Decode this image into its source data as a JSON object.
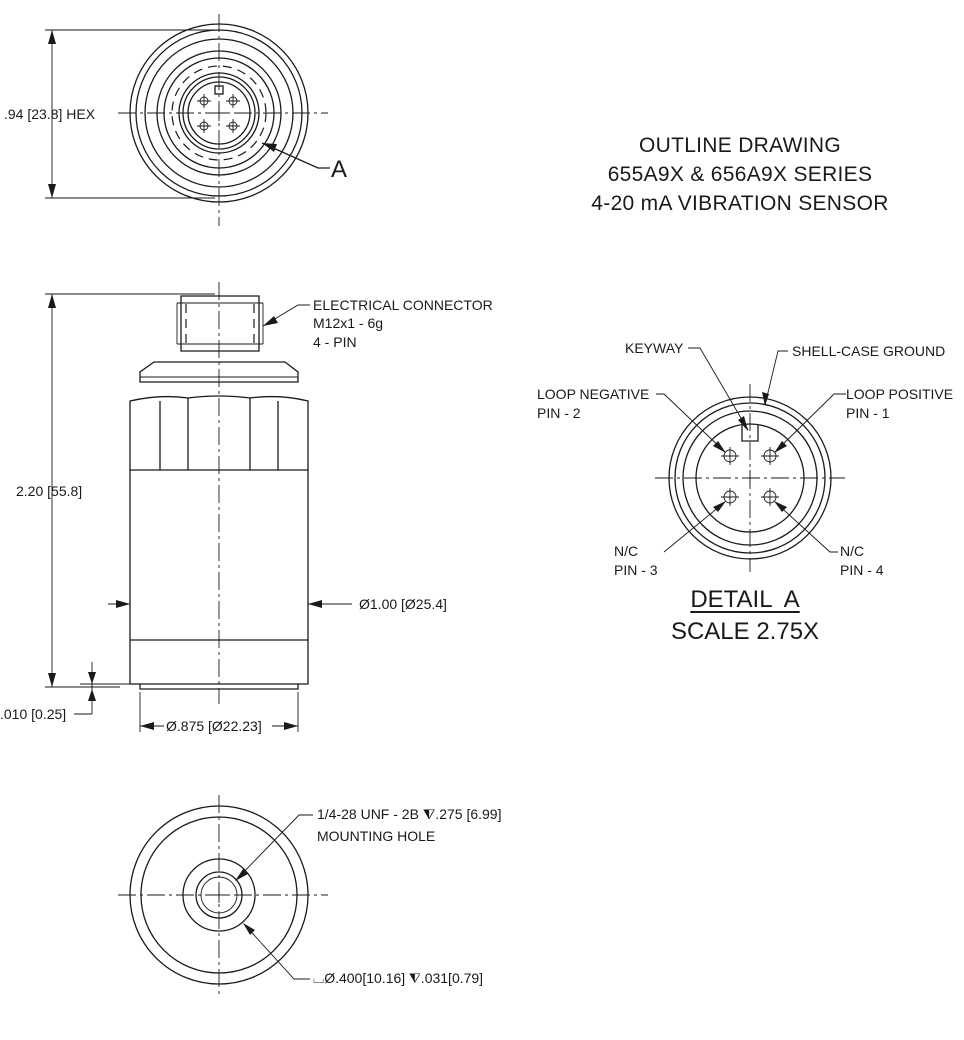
{
  "title": {
    "line1": "OUTLINE DRAWING",
    "line2": "655A9X & 656A9X SERIES",
    "line3": "4-20 mA VIBRATION SENSOR"
  },
  "top_view": {
    "hex_dim": ".94 [23.8] HEX",
    "detail_callout": "A"
  },
  "side_view": {
    "height_dim": "2.20 [55.8]",
    "connector_line1": "ELECTRICAL CONNECTOR",
    "connector_line2": "M12x1 - 6g",
    "connector_line3": "4 - PIN",
    "diameter_dim": "Ø1.00 [Ø25.4]",
    "base_diameter_dim": "Ø.875 [Ø22.23]",
    "gap_dim": ".010 [0.25]"
  },
  "detail_a": {
    "keyway": "KEYWAY",
    "shell_ground": "SHELL-CASE GROUND",
    "loop_negative": "LOOP NEGATIVE",
    "pin2": "PIN - 2",
    "loop_positive": "LOOP POSITIVE",
    "pin1": "PIN - 1",
    "nc3": "N/C",
    "pin3": "PIN - 3",
    "nc4": "N/C",
    "pin4": "PIN - 4",
    "label": "DETAIL  A",
    "scale": "SCALE 2.75X"
  },
  "bottom_view": {
    "thread_line1": "1/4-28 UNF - 2B ⧨.275 [6.99]",
    "thread_line2": "MOUNTING HOLE",
    "counterbore": "⌴Ø.400[10.16] ⧨.031[0.79]"
  }
}
